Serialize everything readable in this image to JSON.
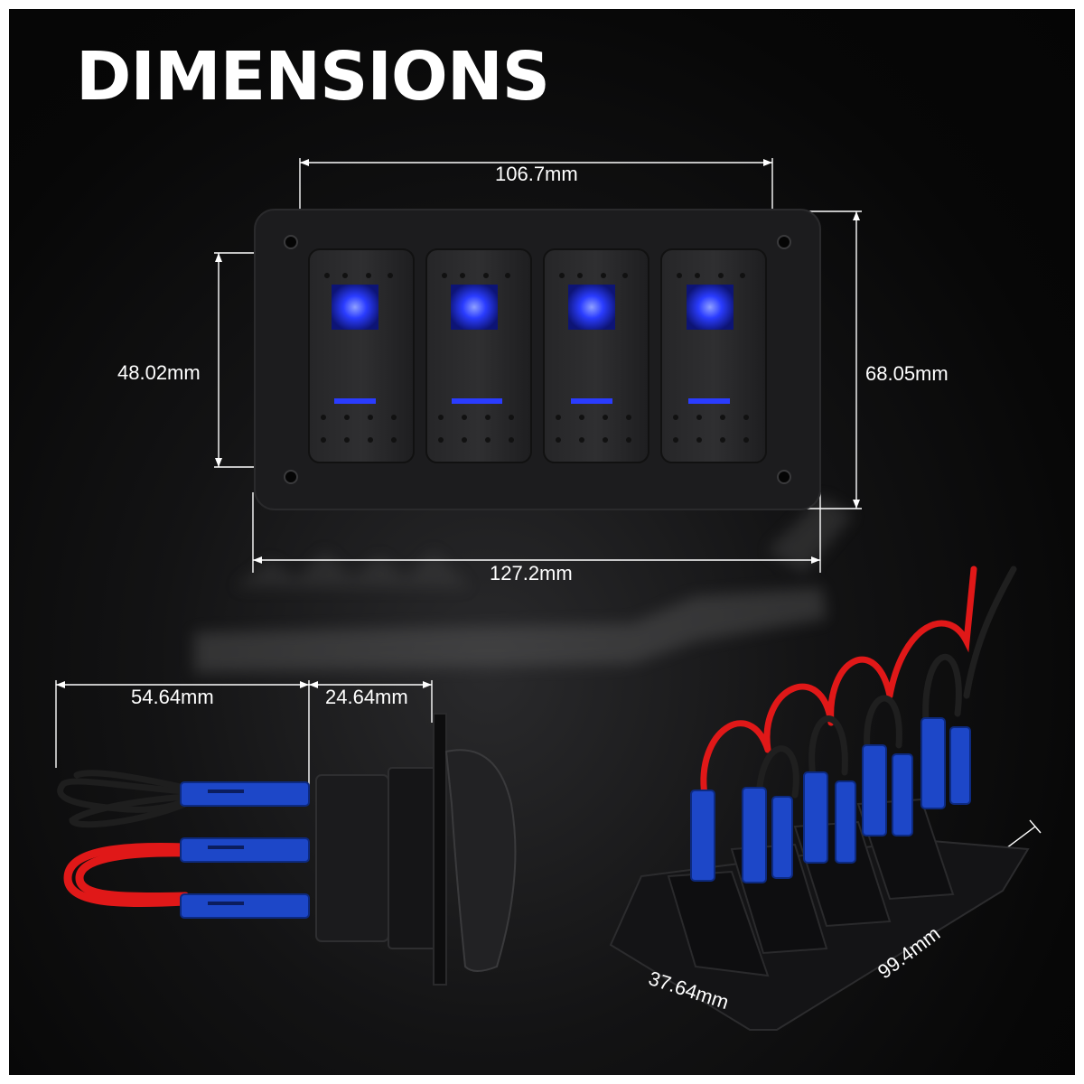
{
  "title": "DIMENSIONS",
  "colors": {
    "background": "#0a0a0a",
    "panel": "#1b1b1d",
    "switch_led": "#2a3cff",
    "wire_red": "#e01818",
    "wire_black": "#1a1a1a",
    "terminal_blue": "#1d47c8",
    "dimension_line": "#ffffff"
  },
  "dimensions": {
    "top_width": "106.7mm",
    "switch_height": "48.02mm",
    "panel_height": "68.05mm",
    "panel_width": "127.2mm",
    "side_depth_back": "54.64mm",
    "side_depth_front": "24.64mm",
    "rear_depth": "37.64mm",
    "rear_width": "99.4mm"
  },
  "icons": [
    "rocker-switch",
    "led-indicator",
    "wire-terminal"
  ]
}
